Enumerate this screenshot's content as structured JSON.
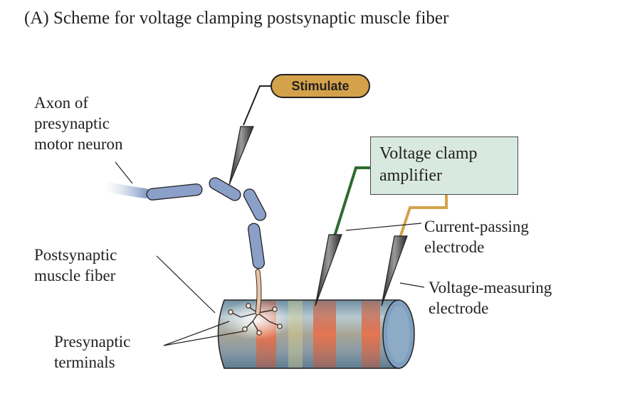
{
  "title": "(A)  Scheme for voltage clamping postsynaptic muscle fiber",
  "stimulate_label": "Stimulate",
  "amplifier_label": [
    "Voltage clamp",
    "amplifier"
  ],
  "labels": {
    "axon": [
      "Axon of",
      "presynaptic",
      "motor neuron"
    ],
    "muscle_fiber": [
      "Postsynaptic",
      "muscle fiber"
    ],
    "terminals": [
      "Presynaptic",
      "terminals"
    ],
    "current_electrode": [
      "Current-passing",
      "electrode"
    ],
    "voltage_electrode": [
      "Voltage-measuring",
      "electrode"
    ]
  },
  "colors": {
    "stimulate_fill": "#d4a24a",
    "amplifier_fill": "#d8e9e0",
    "current_wire": "#2f6b2f",
    "voltage_wire": "#d4a24a",
    "axon_segment": "#8aa0c8",
    "terminal": "#e8c4a8",
    "muscle_bands": "#e07050",
    "muscle_body": "#8fa7b5"
  }
}
